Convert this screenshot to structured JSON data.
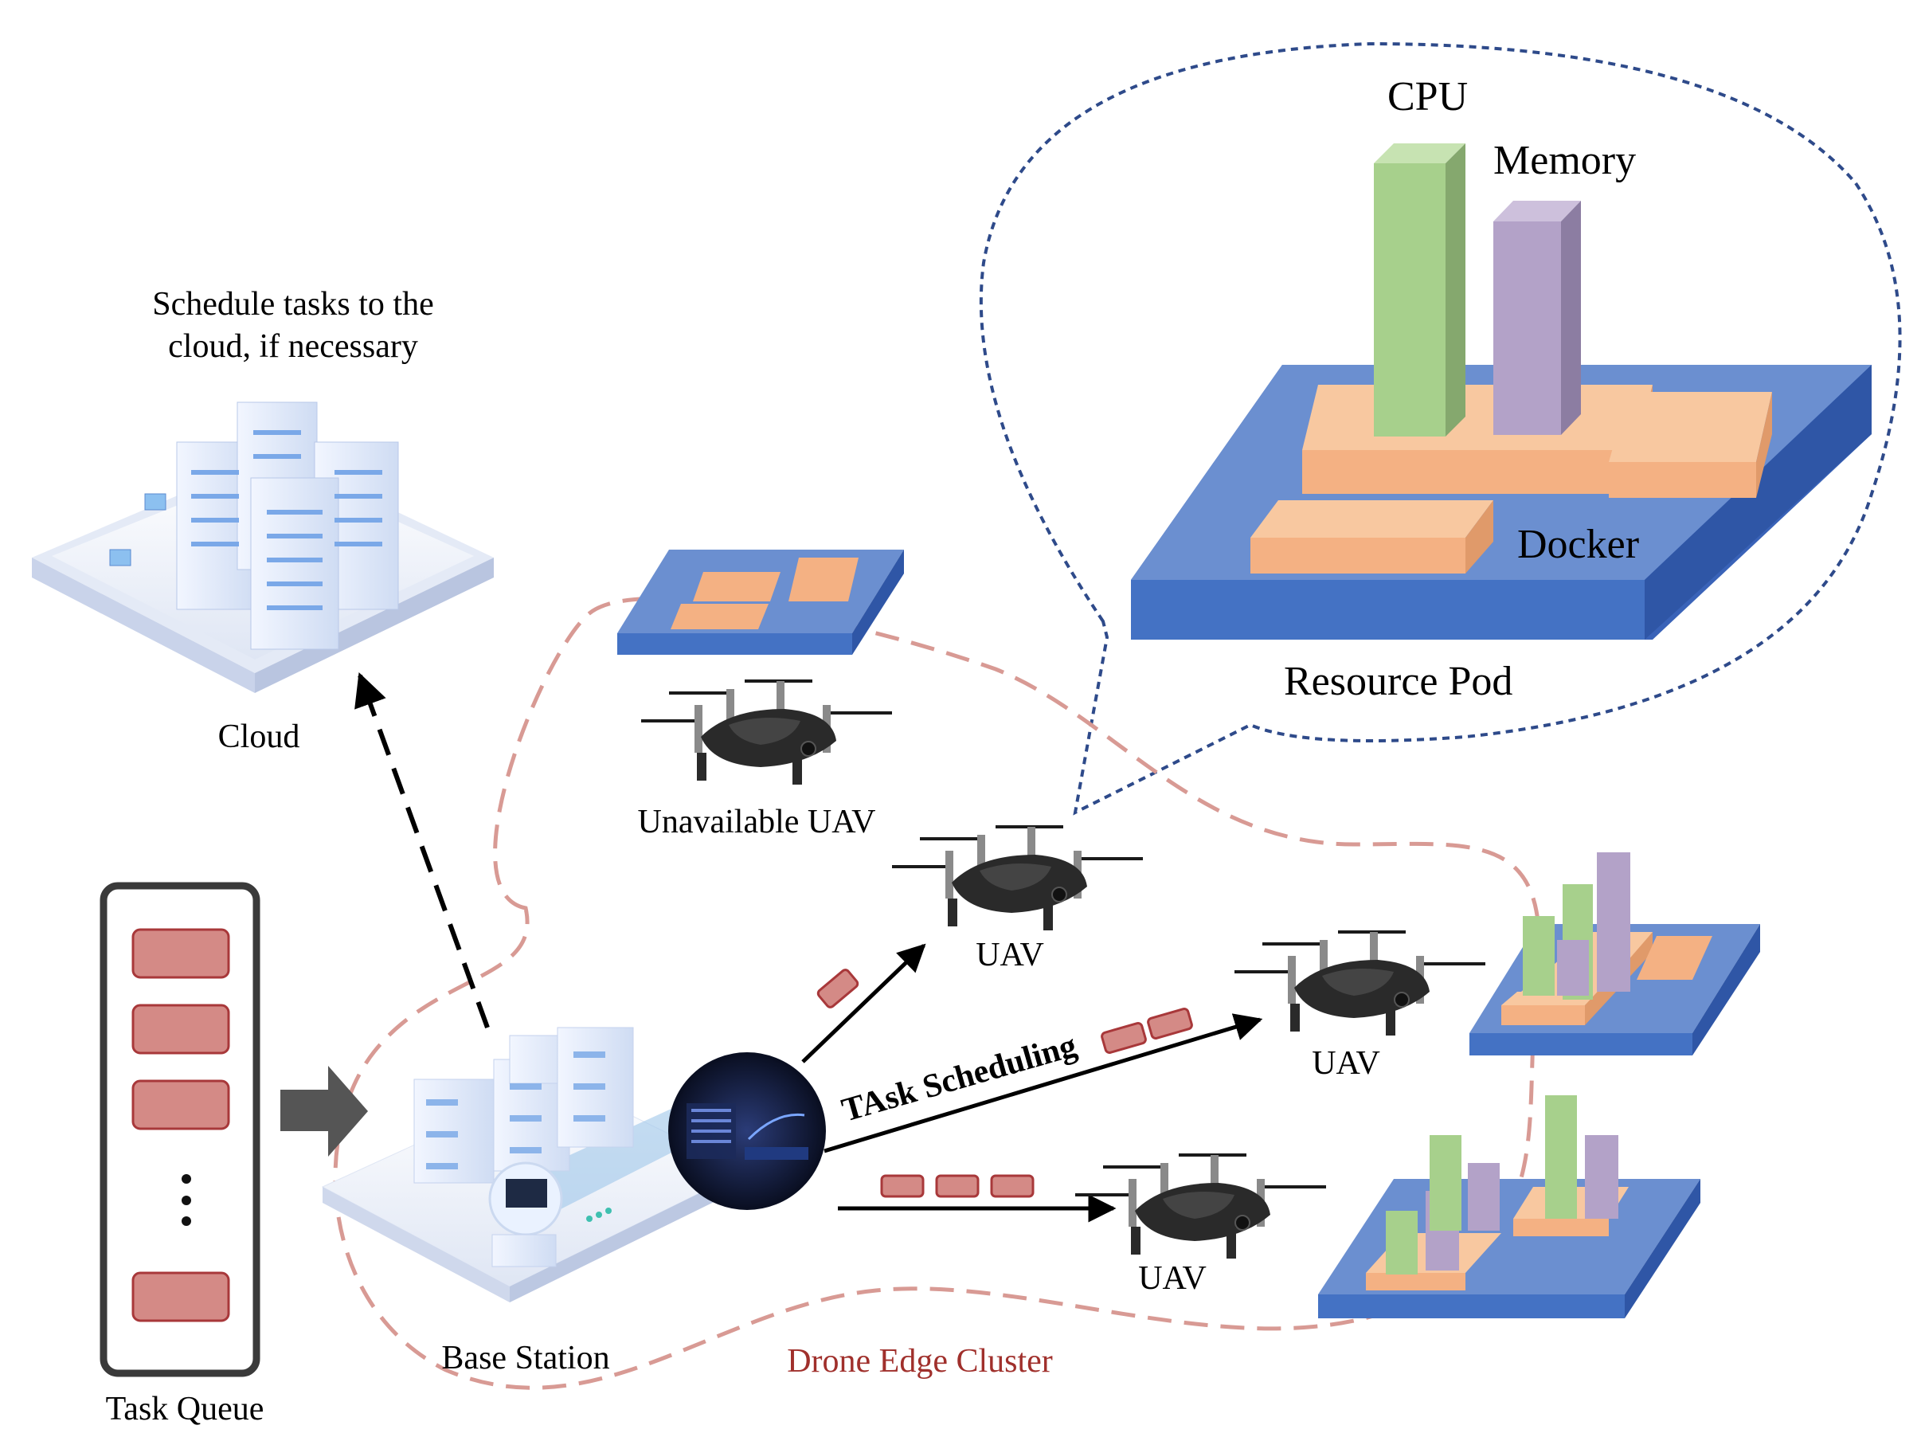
{
  "labels": {
    "cloud_note_line1": "Schedule tasks to the",
    "cloud_note_line2": "cloud, if necessary",
    "cloud": "Cloud",
    "unavailable_uav": "Unavailable UAV",
    "uav_top": "UAV",
    "uav_mid": "UAV",
    "uav_bottom": "UAV",
    "task_scheduling": "TAsk Scheduling",
    "base_station": "Base Station",
    "task_queue": "Task Queue",
    "drone_edge_cluster": "Drone Edge Cluster",
    "cpu": "CPU",
    "memory": "Memory",
    "docker": "Docker",
    "resource_pod": "Resource Pod"
  },
  "task_queue": {
    "visible_items": 4,
    "ellipsis": true
  },
  "colors": {
    "task_block": "#d48a86",
    "task_block_border": "#a8383a",
    "cpu_bar": "#a7d08c",
    "memory_bar": "#b3a2c8",
    "docker_block": "#f4b183",
    "pod_top": "#6b8fd0",
    "pod_side": "#3a63b8",
    "cluster_boundary": "#d89a94",
    "callout_border": "#2e4a8a",
    "cluster_label": "#a0302c"
  }
}
